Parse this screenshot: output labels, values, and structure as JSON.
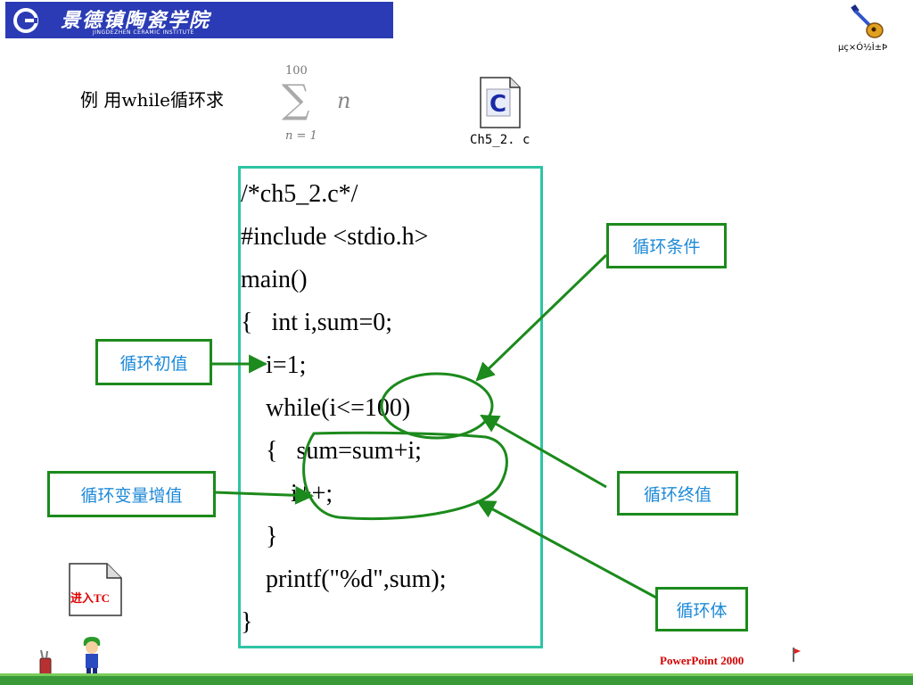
{
  "banner": {
    "title": "景德镇陶瓷学院",
    "subtitle": "JINGDEZHEN CERAMIC INSTITUTE",
    "brand_color": "#2a3bb5"
  },
  "corner": {
    "caption": "µç×Ó½Ì±Þ",
    "icon": "guitar-icon"
  },
  "example": {
    "text": "例 用while循环求",
    "sum_upper": "100",
    "sum_lower": "n = 1",
    "sum_term": "n"
  },
  "file": {
    "name": "Ch5_2. c",
    "icon_letter": "C"
  },
  "code": {
    "lines": [
      "/*ch5_2.c*/",
      "#include <stdio.h>",
      "main()",
      "{   int i,sum=0;",
      "    i=1;",
      "    while(i<=100)",
      "    {   sum=sum+i;",
      "        i++;",
      "    }",
      "    printf(\"%d\",sum);",
      "}"
    ],
    "border_color": "#2ec4a4"
  },
  "labels": {
    "loop_condition": "循环条件",
    "loop_init": "循环初值",
    "loop_increment": "循环变量增值",
    "loop_final": "循环终值",
    "loop_body": "循环体",
    "border_color": "#1c8a1c",
    "text_color": "#1e8ad8"
  },
  "footer": {
    "enter_tc": "进入TC",
    "app": "PowerPoint  2000"
  }
}
